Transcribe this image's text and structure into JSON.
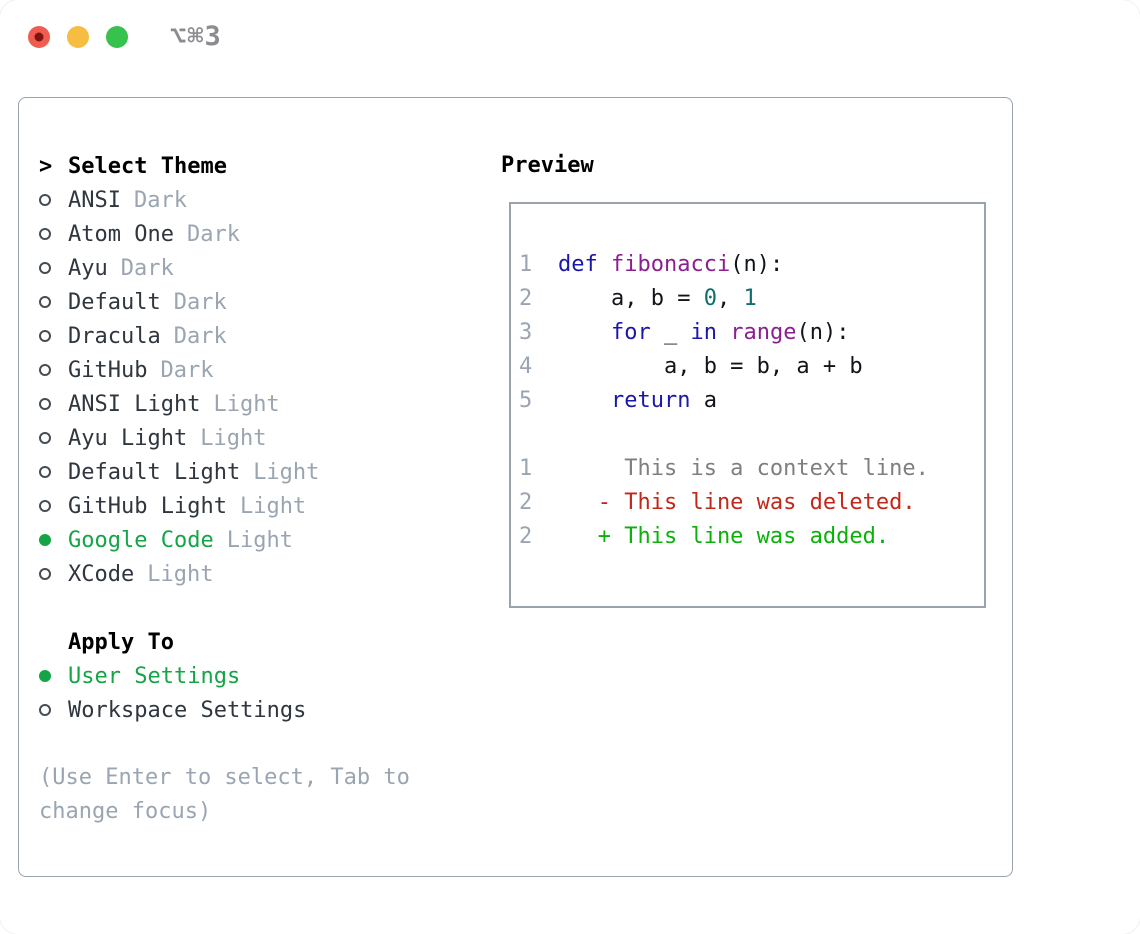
{
  "window": {
    "title": "⌥⌘3"
  },
  "icons": {
    "traffic_lights": [
      "close-icon",
      "minimize-icon",
      "zoom-icon"
    ],
    "radio_unselected": "○",
    "radio_selected": "●",
    "selection_pointer": ">"
  },
  "colors": {
    "accent_green": "#14a546",
    "muted_gray": "#9aa5b1",
    "panel_border": "#99a2ad",
    "syntax_keyword": "#1a17ad",
    "syntax_function": "#8b1f8f",
    "syntax_number": "#0d6e6e",
    "diff_context": "#7f7f7f",
    "diff_deleted": "#c2281a",
    "diff_added": "#0ab10a",
    "traffic_red": "#f25c50",
    "traffic_yellow": "#f7bd40",
    "traffic_green": "#36c24c"
  },
  "theme_list": {
    "header": "Select Theme",
    "pointer": ">",
    "items": [
      {
        "name": "ANSI",
        "variant": "Dark",
        "selected": false
      },
      {
        "name": "Atom One",
        "variant": "Dark",
        "selected": false
      },
      {
        "name": "Ayu",
        "variant": "Dark",
        "selected": false
      },
      {
        "name": "Default",
        "variant": "Dark",
        "selected": false
      },
      {
        "name": "Dracula",
        "variant": "Dark",
        "selected": false
      },
      {
        "name": "GitHub",
        "variant": "Dark",
        "selected": false
      },
      {
        "name": "ANSI Light",
        "variant": "Light",
        "selected": false
      },
      {
        "name": "Ayu Light",
        "variant": "Light",
        "selected": false
      },
      {
        "name": "Default Light",
        "variant": "Light",
        "selected": false
      },
      {
        "name": "GitHub Light",
        "variant": "Light",
        "selected": false
      },
      {
        "name": "Google Code",
        "variant": "Light",
        "selected": true
      },
      {
        "name": "XCode",
        "variant": "Light",
        "selected": false
      }
    ]
  },
  "apply_to": {
    "header": "Apply To",
    "items": [
      {
        "name": "User Settings",
        "selected": true
      },
      {
        "name": "Workspace Settings",
        "selected": false
      }
    ]
  },
  "help_text": {
    "line1": "(Use Enter to select, Tab to",
    "line2": "change focus)"
  },
  "preview": {
    "title": "Preview",
    "lines": [
      {
        "num": "1",
        "segments": [
          {
            "t": "def",
            "c": "kw"
          },
          {
            "t": " ",
            "c": "pl"
          },
          {
            "t": "fibonacci",
            "c": "fn"
          },
          {
            "t": "(n):",
            "c": "pl"
          }
        ]
      },
      {
        "num": "2",
        "segments": [
          {
            "t": "    a, b = ",
            "c": "pl"
          },
          {
            "t": "0",
            "c": "num"
          },
          {
            "t": ", ",
            "c": "pl"
          },
          {
            "t": "1",
            "c": "num"
          }
        ]
      },
      {
        "num": "3",
        "segments": [
          {
            "t": "    ",
            "c": "pl"
          },
          {
            "t": "for",
            "c": "kw"
          },
          {
            "t": " _ ",
            "c": "pl"
          },
          {
            "t": "in",
            "c": "kw"
          },
          {
            "t": " ",
            "c": "pl"
          },
          {
            "t": "range",
            "c": "fn"
          },
          {
            "t": "(n):",
            "c": "pl"
          }
        ]
      },
      {
        "num": "4",
        "segments": [
          {
            "t": "        a, b = b, a + b",
            "c": "pl"
          }
        ]
      },
      {
        "num": "5",
        "segments": [
          {
            "t": "    ",
            "c": "pl"
          },
          {
            "t": "return",
            "c": "kw"
          },
          {
            "t": " a",
            "c": "pl"
          }
        ]
      },
      {
        "num": "",
        "segments": []
      },
      {
        "num": "1",
        "segments": [
          {
            "t": "     This is a context line.",
            "c": "ctx"
          }
        ]
      },
      {
        "num": "2",
        "segments": [
          {
            "t": "   - This line was deleted.",
            "c": "del"
          }
        ]
      },
      {
        "num": "2",
        "segments": [
          {
            "t": "   + This line was added.",
            "c": "add"
          }
        ]
      }
    ]
  }
}
